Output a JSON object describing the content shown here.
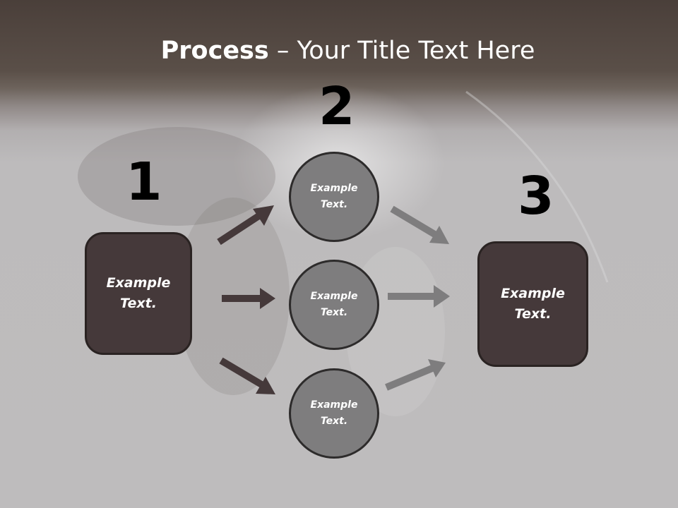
{
  "slide": {
    "title_bold": "Process",
    "title_rest": " – Your Title Text Here",
    "steps": [
      "1",
      "2",
      "3"
    ],
    "left_box_text": "Example Text.",
    "right_box_text": "Example Text.",
    "circle_texts": [
      "Example Text.",
      "Example Text.",
      "Example Text."
    ]
  },
  "colors": {
    "dark_box": "#45393a",
    "circle_fill": "#7e7d7e",
    "dark_arrow": "#45393a",
    "light_arrow": "#7e7d7e"
  }
}
